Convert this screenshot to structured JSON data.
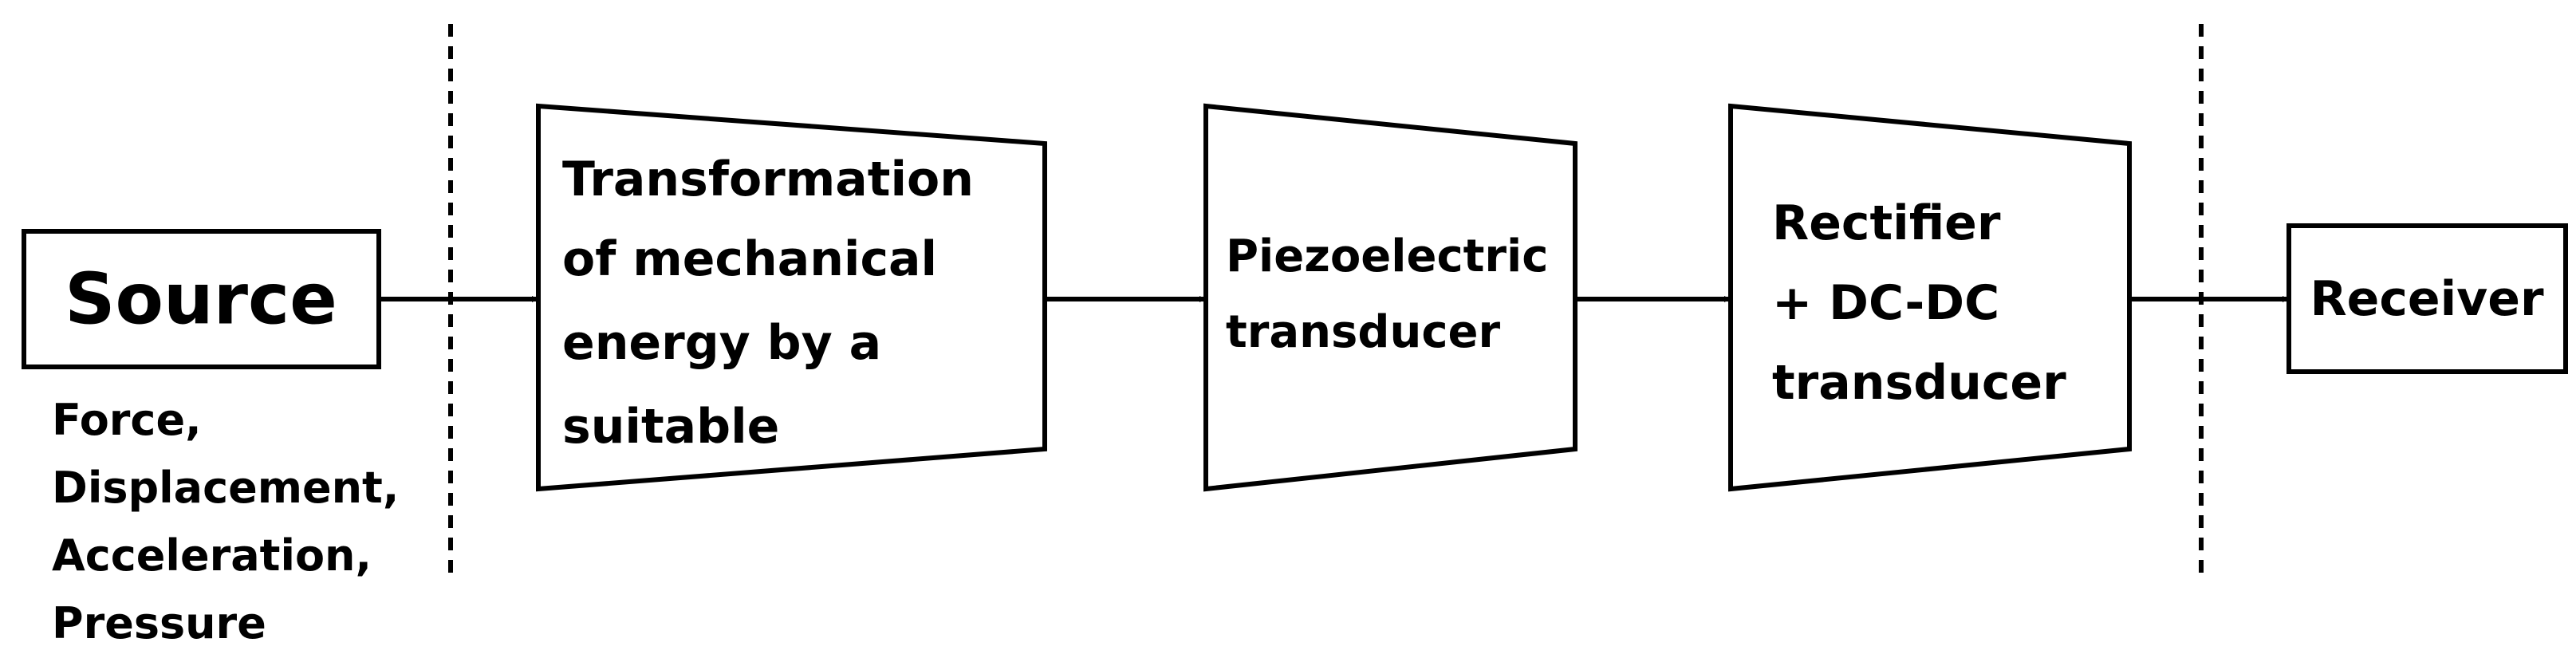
{
  "diagram": {
    "source": {
      "label": "Source"
    },
    "source_inputs": {
      "lines": [
        "Force,",
        "Displacement,",
        "Acceleration,",
        "Pressure"
      ]
    },
    "mechanical_stage": {
      "lines": [
        "Transformation",
        "of mechanical",
        "energy by a",
        "suitable"
      ]
    },
    "piezo_stage": {
      "lines": [
        "Piezoelectric",
        "transducer"
      ]
    },
    "rectifier_stage": {
      "lines": [
        "Rectifier",
        "+ DC-DC",
        "transducer"
      ]
    },
    "receiver": {
      "label": "Receiver"
    },
    "colors": {
      "stroke": "#000000",
      "background": "#ffffff"
    }
  }
}
